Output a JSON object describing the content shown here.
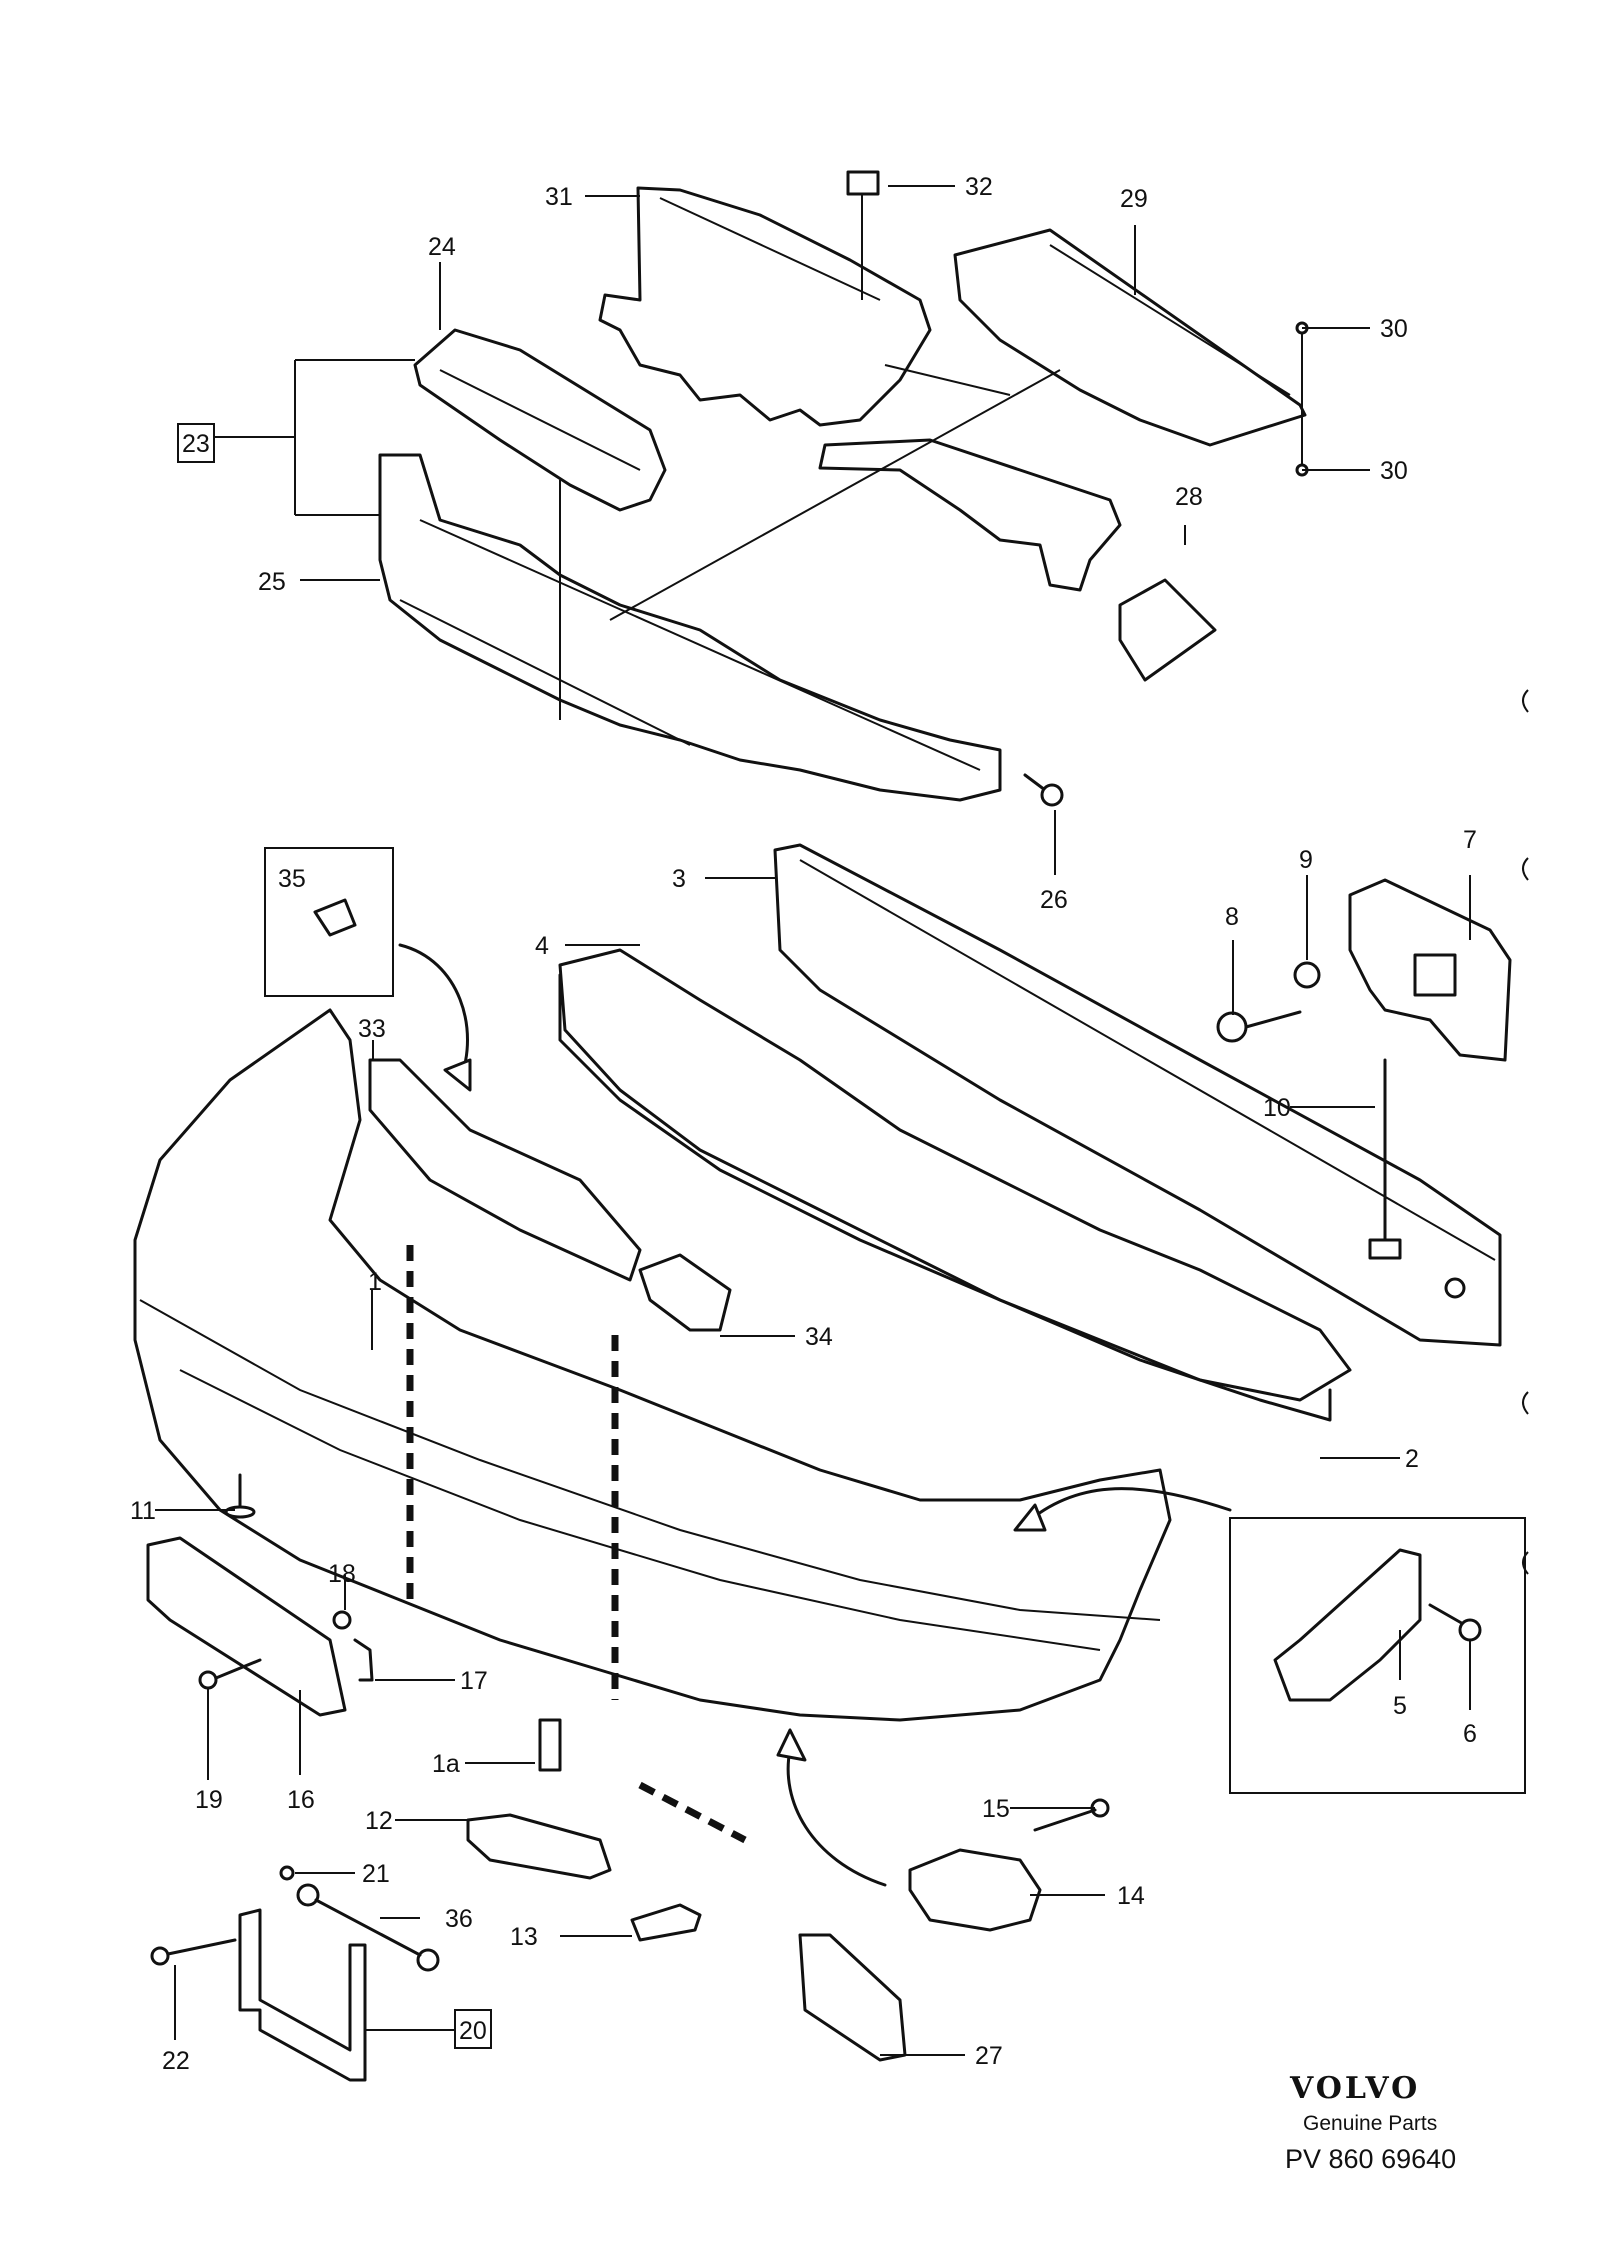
{
  "callouts": [
    {
      "id": "c1",
      "text": "1"
    },
    {
      "id": "c1a",
      "text": "1a"
    },
    {
      "id": "c2",
      "text": "2"
    },
    {
      "id": "c3",
      "text": "3"
    },
    {
      "id": "c4",
      "text": "4"
    },
    {
      "id": "c5",
      "text": "5"
    },
    {
      "id": "c6",
      "text": "6"
    },
    {
      "id": "c7",
      "text": "7"
    },
    {
      "id": "c8",
      "text": "8"
    },
    {
      "id": "c9",
      "text": "9"
    },
    {
      "id": "c10",
      "text": "10"
    },
    {
      "id": "c11",
      "text": "11"
    },
    {
      "id": "c12",
      "text": "12"
    },
    {
      "id": "c13",
      "text": "13"
    },
    {
      "id": "c14",
      "text": "14"
    },
    {
      "id": "c15",
      "text": "15"
    },
    {
      "id": "c16",
      "text": "16"
    },
    {
      "id": "c17",
      "text": "17"
    },
    {
      "id": "c18",
      "text": "18"
    },
    {
      "id": "c19",
      "text": "19"
    },
    {
      "id": "c20",
      "text": "20"
    },
    {
      "id": "c21",
      "text": "21"
    },
    {
      "id": "c22",
      "text": "22"
    },
    {
      "id": "c23",
      "text": "23"
    },
    {
      "id": "c24",
      "text": "24"
    },
    {
      "id": "c25",
      "text": "25"
    },
    {
      "id": "c26",
      "text": "26"
    },
    {
      "id": "c27",
      "text": "27"
    },
    {
      "id": "c28",
      "text": "28"
    },
    {
      "id": "c29",
      "text": "29"
    },
    {
      "id": "c30a",
      "text": "30"
    },
    {
      "id": "c30b",
      "text": "30"
    },
    {
      "id": "c31",
      "text": "31"
    },
    {
      "id": "c32",
      "text": "32"
    },
    {
      "id": "c33",
      "text": "33"
    },
    {
      "id": "c34",
      "text": "34"
    },
    {
      "id": "c35",
      "text": "35"
    },
    {
      "id": "c36",
      "text": "36"
    }
  ],
  "branding": {
    "brand": "VOLVO",
    "tagline": "Genuine Parts",
    "reference": "PV 860 69640"
  }
}
